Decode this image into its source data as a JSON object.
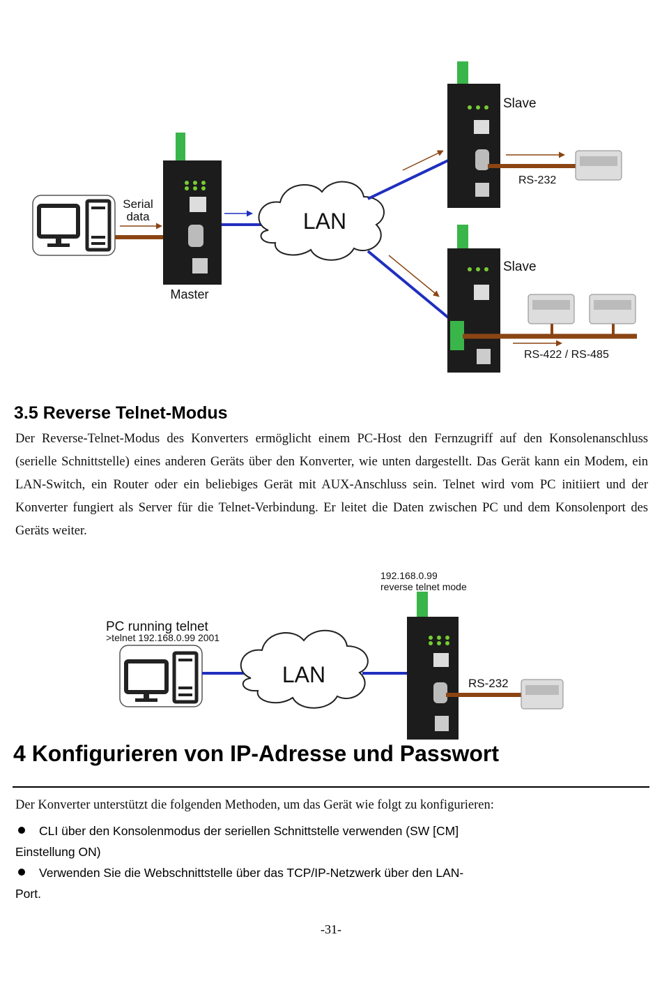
{
  "figure1": {
    "serial_label_1": "Serial",
    "serial_label_2": "data",
    "lan_label": "LAN",
    "master_label": "Master",
    "slave_top_label": "Slave",
    "slave_bottom_label": "Slave",
    "rs232_label": "RS-232",
    "rs422_label": "RS-422 / RS-485"
  },
  "section_3_5": {
    "heading": "3.5 Reverse Telnet-Modus",
    "body": "Der Reverse-Telnet-Modus des Konverters ermöglicht einem PC-Host den Fernzugriff auf den Konsolenanschluss (serielle Schnittstelle) eines anderen Geräts über den Konverter, wie unten dargestellt. Das Gerät kann ein Modem, ein LAN-Switch, ein Router oder ein beliebiges Gerät mit AUX-Anschluss sein. Telnet wird vom PC initiiert und der Konverter fungiert als Server für die Telnet-Verbindung. Er leitet die Daten zwischen PC und dem Konsolenport des Geräts weiter."
  },
  "figure2": {
    "pc_label": "PC running telnet",
    "telnet_cmd": ">telnet 192.168.0.99 2001",
    "ip_label": "192.168.0.99",
    "mode_label": "reverse telnet mode",
    "lan_label": "LAN",
    "rs232_label": "RS-232"
  },
  "chapter_4": {
    "heading": "4 Konfigurieren von IP-Adresse und Passwort",
    "intro": "Der Konverter unterstützt die folgenden Methoden, um das Gerät wie folgt zu konfigurieren:",
    "bullets": [
      "CLI über den Konsolenmodus der seriellen Schnittstelle verwenden (SW [CM] Einstellung ON)",
      "Verwenden Sie die Webschnittstelle über das TCP/IP-Netzwerk über den LAN-Port."
    ]
  },
  "page_number": "-31-",
  "colors": {
    "lan_line": "#1f2fbf",
    "serial_line": "#8b4513",
    "device_body": "#1c1c1c",
    "connector_green": "#3ab54a"
  }
}
